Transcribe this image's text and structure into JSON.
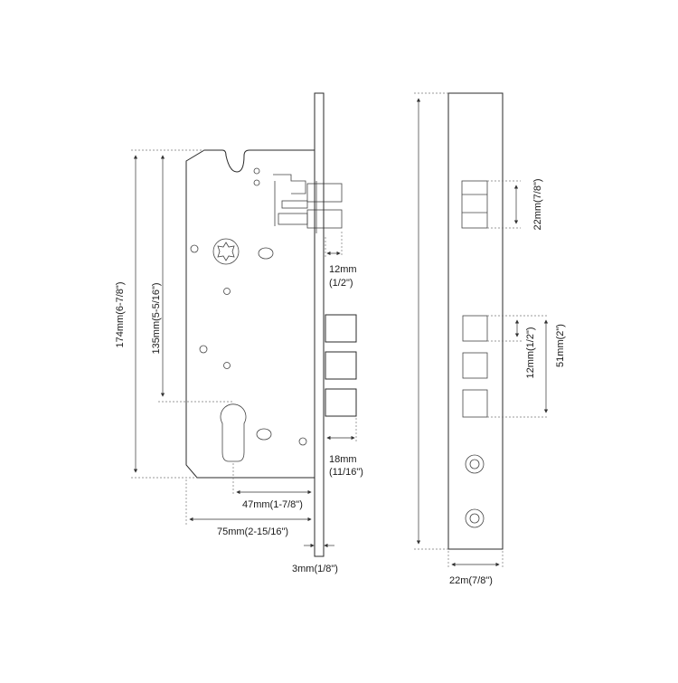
{
  "labels": {
    "height_total": "174mm(6-7/8\")",
    "height_backset": "135mm(5-5/16\")",
    "latch_proj": "12mm",
    "latch_proj_in": "(1/2\")",
    "bolt_proj": "18mm",
    "bolt_proj_in": "(11/16\")",
    "backset": "47mm(1-7/8\")",
    "case_depth": "75mm(2-15/16\")",
    "faceplate_thk": "3mm(1/8\")",
    "latch_height": "22mm(7/8\")",
    "bolt_gap": "12mm(1/2\")",
    "bolt_span": "51mm(2\")",
    "faceplate_width": "22m(7/8\")"
  }
}
